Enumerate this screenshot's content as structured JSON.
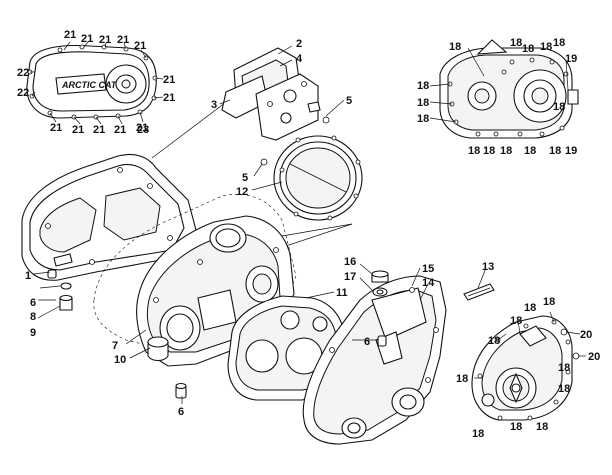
{
  "callouts": [
    {
      "id": "c1",
      "text": "21"
    },
    {
      "id": "c2",
      "text": "21"
    },
    {
      "id": "c3",
      "text": "21"
    },
    {
      "id": "c4",
      "text": "21"
    },
    {
      "id": "c5",
      "text": "21"
    },
    {
      "id": "c6",
      "text": "21"
    },
    {
      "id": "c7",
      "text": "21"
    },
    {
      "id": "c8",
      "text": "21"
    },
    {
      "id": "c9",
      "text": "21"
    },
    {
      "id": "c10",
      "text": "21"
    },
    {
      "id": "c11",
      "text": "21"
    },
    {
      "id": "c12",
      "text": "21"
    },
    {
      "id": "c13",
      "text": "22"
    },
    {
      "id": "c14",
      "text": "22"
    },
    {
      "id": "c15",
      "text": "23"
    },
    {
      "id": "c16",
      "text": "2"
    },
    {
      "id": "c17",
      "text": "4"
    },
    {
      "id": "c18",
      "text": "3"
    },
    {
      "id": "c19",
      "text": "5"
    },
    {
      "id": "c20",
      "text": "5"
    },
    {
      "id": "c21",
      "text": "12"
    },
    {
      "id": "c22",
      "text": "1"
    },
    {
      "id": "c23",
      "text": "6"
    },
    {
      "id": "c24",
      "text": "8"
    },
    {
      "id": "c25",
      "text": "9"
    },
    {
      "id": "c26",
      "text": "7"
    },
    {
      "id": "c27",
      "text": "10"
    },
    {
      "id": "c28",
      "text": "6"
    },
    {
      "id": "c29",
      "text": "11"
    },
    {
      "id": "c30",
      "text": "16"
    },
    {
      "id": "c31",
      "text": "17"
    },
    {
      "id": "c32",
      "text": "15"
    },
    {
      "id": "c33",
      "text": "14"
    },
    {
      "id": "c34",
      "text": "6"
    },
    {
      "id": "c35",
      "text": "13"
    },
    {
      "id": "c36",
      "text": "18"
    },
    {
      "id": "c37",
      "text": "18"
    },
    {
      "id": "c38",
      "text": "18"
    },
    {
      "id": "c39",
      "text": "18"
    },
    {
      "id": "c40",
      "text": "18"
    },
    {
      "id": "c41",
      "text": "18"
    },
    {
      "id": "c42",
      "text": "18"
    },
    {
      "id": "c43",
      "text": "18"
    },
    {
      "id": "c44",
      "text": "18"
    },
    {
      "id": "c45",
      "text": "18"
    },
    {
      "id": "c46",
      "text": "18"
    },
    {
      "id": "c47",
      "text": "18"
    },
    {
      "id": "c48",
      "text": "18"
    },
    {
      "id": "c49",
      "text": "18"
    },
    {
      "id": "c50",
      "text": "19"
    },
    {
      "id": "c51",
      "text": "19"
    },
    {
      "id": "c52",
      "text": "18"
    },
    {
      "id": "c53",
      "text": "18"
    },
    {
      "id": "c54",
      "text": "18"
    },
    {
      "id": "c55",
      "text": "18"
    },
    {
      "id": "c56",
      "text": "18"
    },
    {
      "id": "c57",
      "text": "18"
    },
    {
      "id": "c58",
      "text": "18"
    },
    {
      "id": "c59",
      "text": "18"
    },
    {
      "id": "c60",
      "text": "18"
    },
    {
      "id": "c61",
      "text": "18"
    },
    {
      "id": "c62",
      "text": "20"
    },
    {
      "id": "c63",
      "text": "20"
    }
  ],
  "logo": {
    "text": "ARCTIC CAT"
  }
}
